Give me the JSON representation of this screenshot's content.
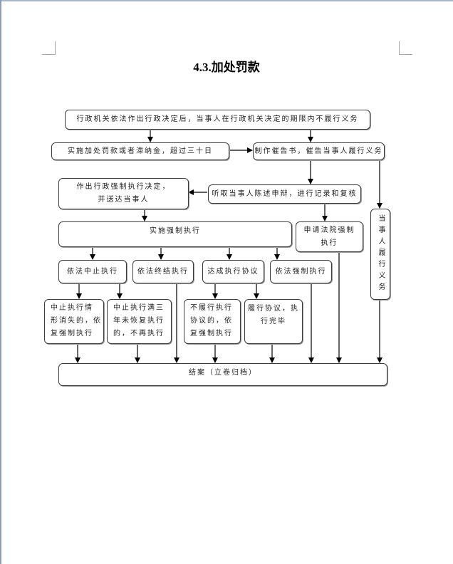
{
  "document": {
    "title": "4.3.加处罚款"
  },
  "flowchart": {
    "nodes": {
      "start": "行政机关依法作出行政决定后，当事人在行政机关决定的期限内不履行义务",
      "penalty": "实施加处罚款或者滞纳金，超过三十日",
      "notice": "制作催告书，催告当事人履行义务",
      "decision": "作出行政强制执行决定，\n并送达当事人",
      "hearing": "听取当事人陈述申辩，进行记录和复核",
      "enforce": "实施强制执行",
      "court": "申请法院强制\n执行",
      "fulfill": "当事人履行义务",
      "suspend": "依法中止执行",
      "terminate": "依法终结执行",
      "agreement": "达成执行协议",
      "force": "依法强制执行",
      "resume_suspend": "中止执行情\n形消失的，依\n复强制执行",
      "no_resume": "中止执行满三\n年未恢复执行\n的，不再执行",
      "breach": "不履行执行\n协议的，依\n复强制执行",
      "complete": "履行协议，执\n行完毕",
      "close": "结案（立卷归档）"
    },
    "edges": [
      [
        "start",
        "penalty"
      ],
      [
        "start",
        "notice"
      ],
      [
        "penalty",
        "notice"
      ],
      [
        "notice",
        "hearing"
      ],
      [
        "notice",
        "fulfill"
      ],
      [
        "hearing",
        "decision"
      ],
      [
        "hearing",
        "court"
      ],
      [
        "decision",
        "enforce"
      ],
      [
        "enforce",
        "suspend"
      ],
      [
        "enforce",
        "terminate"
      ],
      [
        "enforce",
        "agreement"
      ],
      [
        "enforce",
        "force"
      ],
      [
        "suspend",
        "resume_suspend"
      ],
      [
        "suspend",
        "no_resume"
      ],
      [
        "agreement",
        "breach"
      ],
      [
        "agreement",
        "complete"
      ],
      [
        "resume_suspend",
        "close"
      ],
      [
        "no_resume",
        "close"
      ],
      [
        "terminate",
        "close"
      ],
      [
        "breach",
        "close"
      ],
      [
        "complete",
        "close"
      ],
      [
        "force",
        "close"
      ],
      [
        "court",
        "close"
      ],
      [
        "fulfill",
        "close"
      ]
    ]
  }
}
